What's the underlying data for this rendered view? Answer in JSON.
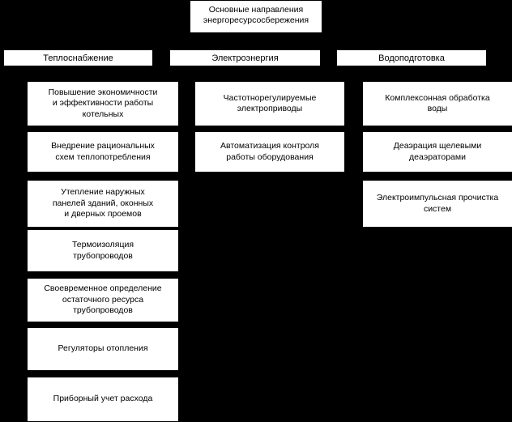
{
  "diagram": {
    "title": "Основные направления\nэнергоресурсосбережения",
    "background_color": "#000000",
    "node_fill_color": "#ffffff",
    "node_border_color": "#000000",
    "text_color": "#000000",
    "columns": [
      {
        "header": "Теплоснабжение",
        "items": [
          "Повышение экономичности\nи эффективности работы\nкотельных",
          "Внедрение рациональных\nсхем теплопотребления",
          "Утепление наружных\nпанелей зданий, оконных\nи дверных проемов",
          "Термоизоляция\nтрубопроводов",
          "Своевременное определение\nостаточного ресурса\nтрубопроводов",
          "Регуляторы отопления",
          "Приборный учет расхода"
        ]
      },
      {
        "header": "Электроэнергия",
        "items": [
          "Частотнорегулируемые\nэлектроприводы",
          "Автоматизация контроля\nработы оборудования"
        ]
      },
      {
        "header": "Водоподготовка",
        "items": [
          "Комплексонная обработка\nводы",
          "Деаэрация щелевыми\nдеаэраторами",
          "Электроимпульсная прочистка\nсистем"
        ]
      }
    ]
  }
}
